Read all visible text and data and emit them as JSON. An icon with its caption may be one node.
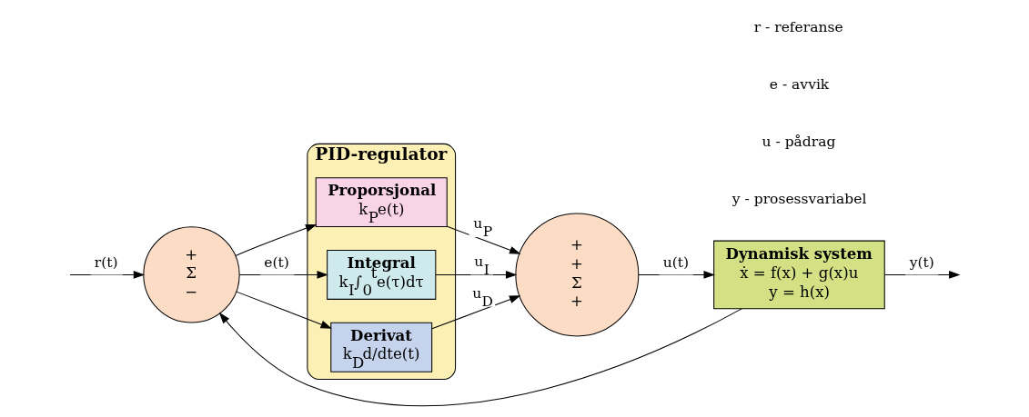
{
  "diagram": {
    "nodes": [
      {
        "text": [
          "PID-regulator"
        ]
      },
      {
        "text": [
          "Proporsjonal",
          "k$_{P}$e(t)"
        ],
        "in": 0
      },
      {
        "text": [
          "Integral",
          "k$_{I}$∫$_{0}$$^{t}$e(τ)dτ"
        ],
        "in": 0
      },
      {
        "text": [
          "Derivat",
          "k$_{D}$d/dte(t)"
        ],
        "in": 0
      },
      {
        "text": [
          "+",
          "Σ",
          "−"
        ]
      },
      {
        "text": [
          "+",
          "+",
          "Σ",
          "+"
        ]
      },
      {
        "text": [
          "Dynamisk system",
          "ẋ = f(x) + g(x)u",
          "y = h(x)"
        ]
      }
    ],
    "edges": [
      {
        "from": null,
        "to": 4,
        "arrow": "to",
        "label": "r(t)"
      },
      {
        "from": 4,
        "to": 1,
        "arrow": "to"
      },
      {
        "from": 4,
        "to": 2,
        "arrow": "to",
        "label": "e(t)"
      },
      {
        "from": 4,
        "to": 3,
        "arrow": "to"
      },
      {
        "from": 1,
        "to": 5,
        "arrow": "to",
        "label": "u$_{P}$"
      },
      {
        "from": 2,
        "to": 5,
        "arrow": "to",
        "label": "u$_{I}$"
      },
      {
        "from": 3,
        "to": 5,
        "arrow": "to",
        "label": "u$_{D}$"
      },
      {
        "from": 5,
        "to": 6,
        "arrow": "to",
        "label": "u(t)"
      },
      {
        "from": 6,
        "to": null,
        "arrow": "to",
        "label": "y(t)"
      },
      {
        "from": 6,
        "to": 4,
        "arrow": "to"
      }
    ],
    "labels": [
      "y - prosessvariabel",
      "u - pådrag",
      "e - avvik",
      "r - referanse"
    ]
  }
}
